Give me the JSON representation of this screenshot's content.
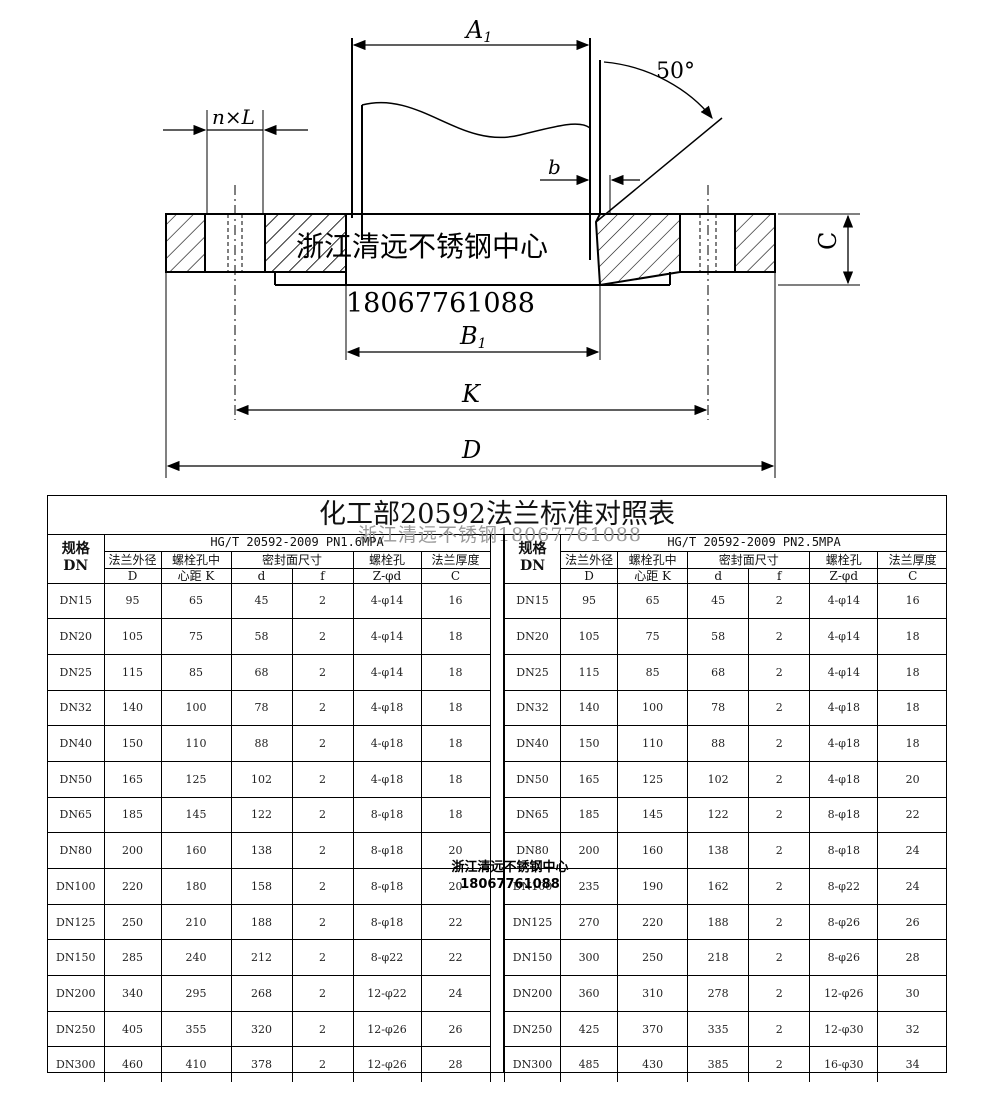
{
  "drawing": {
    "dim_A1": "A",
    "dim_A1_sub": "1",
    "dim_B1": "B",
    "dim_B1_sub": "1",
    "dim_K": "K",
    "dim_D": "D",
    "dim_C": "C",
    "dim_b": "b",
    "dim_nL": "n×L",
    "angle": "50°",
    "watermark_company": "浙江清远不锈钢中心",
    "watermark_phone": "18067761088"
  },
  "table": {
    "title": "化工部20592法兰标准对照表",
    "title_watermark": "浙江清远不锈钢18067761088",
    "middle_watermark_company": "浙江清远不锈钢中心",
    "middle_watermark_phone": "18067761088",
    "left": {
      "spec_header": "规格\nDN",
      "standard": "HG/T 20592-2009  PN1.6MPA",
      "col_D": "法兰外径",
      "col_D_sym": "D",
      "col_K": "螺栓孔中",
      "col_K_sym": "心距 K",
      "col_seal": "密封面尺寸",
      "col_d_sym": "d",
      "col_f_sym": "f",
      "col_hole": "螺栓孔",
      "col_hole_sym": "Z-φd",
      "col_C": "法兰厚度",
      "col_C_sym": "C",
      "rows": [
        [
          "DN15",
          "95",
          "65",
          "45",
          "2",
          "4-φ14",
          "16"
        ],
        [
          "DN20",
          "105",
          "75",
          "58",
          "2",
          "4-φ14",
          "18"
        ],
        [
          "DN25",
          "115",
          "85",
          "68",
          "2",
          "4-φ14",
          "18"
        ],
        [
          "DN32",
          "140",
          "100",
          "78",
          "2",
          "4-φ18",
          "18"
        ],
        [
          "DN40",
          "150",
          "110",
          "88",
          "2",
          "4-φ18",
          "18"
        ],
        [
          "DN50",
          "165",
          "125",
          "102",
          "2",
          "4-φ18",
          "18"
        ],
        [
          "DN65",
          "185",
          "145",
          "122",
          "2",
          "8-φ18",
          "18"
        ],
        [
          "DN80",
          "200",
          "160",
          "138",
          "2",
          "8-φ18",
          "20"
        ],
        [
          "DN100",
          "220",
          "180",
          "158",
          "2",
          "8-φ18",
          "20"
        ],
        [
          "DN125",
          "250",
          "210",
          "188",
          "2",
          "8-φ18",
          "22"
        ],
        [
          "DN150",
          "285",
          "240",
          "212",
          "2",
          "8-φ22",
          "22"
        ],
        [
          "DN200",
          "340",
          "295",
          "268",
          "2",
          "12-φ22",
          "24"
        ],
        [
          "DN250",
          "405",
          "355",
          "320",
          "2",
          "12-φ26",
          "26"
        ],
        [
          "DN300",
          "460",
          "410",
          "378",
          "2",
          "12-φ26",
          "28"
        ]
      ]
    },
    "right": {
      "spec_header": "规格\nDN",
      "standard": "HG/T 20592-2009  PN2.5MPA",
      "col_D": "法兰外径",
      "col_D_sym": "D",
      "col_K": "螺栓孔中",
      "col_K_sym": "心距 K",
      "col_seal": "密封面尺寸",
      "col_d_sym": "d",
      "col_f_sym": "f",
      "col_hole": "螺栓孔",
      "col_hole_sym": "Z-φd",
      "col_C": "法兰厚度",
      "col_C_sym": "C",
      "rows": [
        [
          "DN15",
          "95",
          "65",
          "45",
          "2",
          "4-φ14",
          "16"
        ],
        [
          "DN20",
          "105",
          "75",
          "58",
          "2",
          "4-φ14",
          "18"
        ],
        [
          "DN25",
          "115",
          "85",
          "68",
          "2",
          "4-φ14",
          "18"
        ],
        [
          "DN32",
          "140",
          "100",
          "78",
          "2",
          "4-φ18",
          "18"
        ],
        [
          "DN40",
          "150",
          "110",
          "88",
          "2",
          "4-φ18",
          "18"
        ],
        [
          "DN50",
          "165",
          "125",
          "102",
          "2",
          "4-φ18",
          "20"
        ],
        [
          "DN65",
          "185",
          "145",
          "122",
          "2",
          "8-φ18",
          "22"
        ],
        [
          "DN80",
          "200",
          "160",
          "138",
          "2",
          "8-φ18",
          "24"
        ],
        [
          "DN100",
          "235",
          "190",
          "162",
          "2",
          "8-φ22",
          "24"
        ],
        [
          "DN125",
          "270",
          "220",
          "188",
          "2",
          "8-φ26",
          "26"
        ],
        [
          "DN150",
          "300",
          "250",
          "218",
          "2",
          "8-φ26",
          "28"
        ],
        [
          "DN200",
          "360",
          "310",
          "278",
          "2",
          "12-φ26",
          "30"
        ],
        [
          "DN250",
          "425",
          "370",
          "335",
          "2",
          "12-φ30",
          "32"
        ],
        [
          "DN300",
          "485",
          "430",
          "385",
          "2",
          "16-φ30",
          "34"
        ]
      ]
    }
  }
}
